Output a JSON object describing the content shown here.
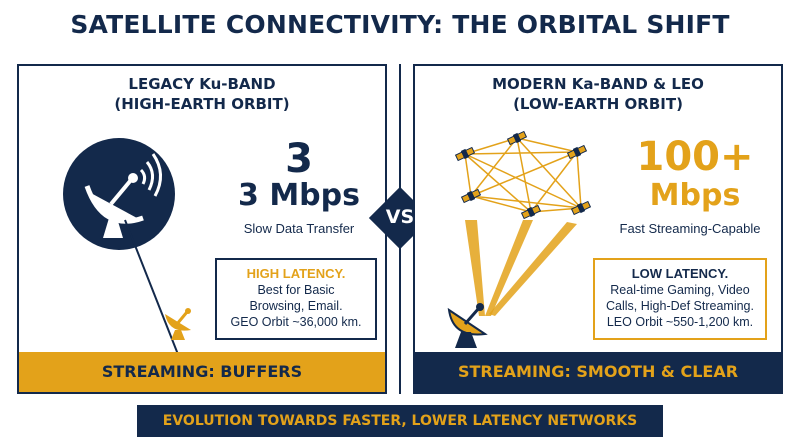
{
  "title": "SATELLITE CONNECTIVITY: THE ORBITAL SHIFT",
  "left_panel": {
    "heading_line1": "LEGACY Ku-BAND",
    "heading_line2": "(HIGH-EARTH ORBIT)",
    "big_number": "3",
    "speed": "3 Mbps",
    "speed_caption": "Slow Data Transfer",
    "info_title": "HIGH LATENCY.",
    "info_lines": [
      "Best for Basic",
      "Browsing, Email.",
      "GEO Orbit ~36,000 km."
    ],
    "band_label": "STREAMING: BUFFERS",
    "icons": [
      "satellite-dish-icon",
      "small-dish-icon"
    ]
  },
  "right_panel": {
    "heading_line1": "MODERN Ka-BAND & LEO",
    "heading_line2": "(LOW-EARTH ORBIT)",
    "big_number": "100+",
    "speed": "Mbps",
    "speed_caption": "Fast Streaming-Capable",
    "info_title": "LOW LATENCY.",
    "info_lines": [
      "Real-time Gaming, Video",
      "Calls, High-Def Streaming.",
      "LEO Orbit ~550-1,200 km."
    ],
    "band_label": "STREAMING: SMOOTH & CLEAR",
    "icons": [
      "satellite-constellation-icon",
      "ground-dish-icon"
    ]
  },
  "vs_label": "VS",
  "footer": "EVOLUTION TOWARDS FASTER, LOWER LATENCY NETWORKS",
  "colors": {
    "navy": "#13294b",
    "gold": "#e3a21a",
    "background": "#ffffff"
  }
}
